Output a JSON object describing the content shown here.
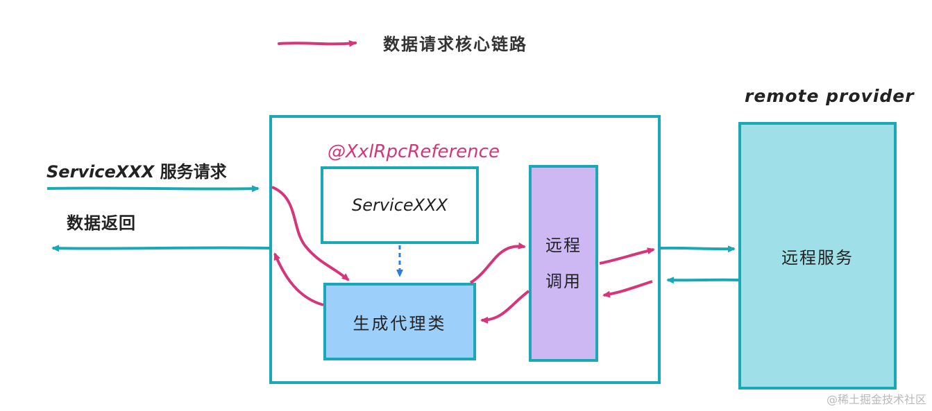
{
  "legend": {
    "label": "数据请求核心链路",
    "arrow_color": "#d6357a"
  },
  "client": {
    "request_label_en": "ServiceXXX",
    "request_label_cn": " 服务请求",
    "return_label": "数据返回"
  },
  "consumer": {
    "annotation": "@XxlRpcReference",
    "service_box_label": "ServiceXXX",
    "proxy_label": "生成代理类",
    "remote_call_line1": "远程",
    "remote_call_line2": "调用"
  },
  "provider": {
    "title": "remote  provider",
    "service_label": "远程服务"
  },
  "watermark": "@稀土掘金技术社区",
  "colors": {
    "frame": "#19a9b5",
    "proxy_fill": "#9dcffb",
    "remote_call_fill": "#cdb8f3",
    "provider_fill": "#9fdfe7",
    "core_path": "#d6357a",
    "dashed_arrow": "#2a7de1"
  }
}
